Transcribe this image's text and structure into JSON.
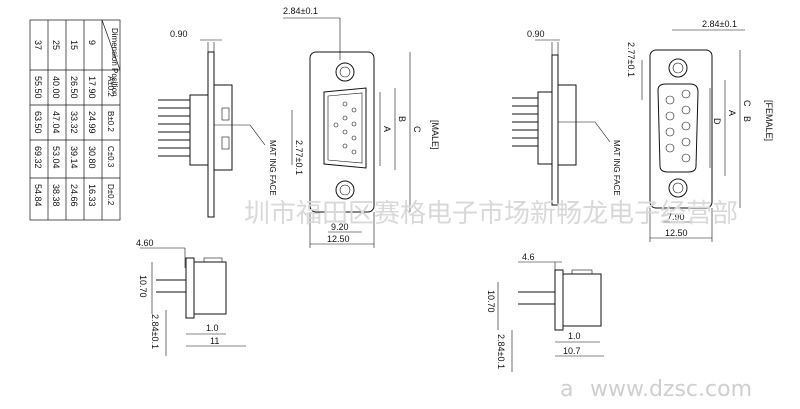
{
  "table": {
    "headers": [
      "Dimension Position",
      "A±0.2",
      "B±0.2",
      "C±0.3",
      "D±0.2"
    ],
    "rows": [
      [
        "9",
        "17.90",
        "24.99",
        "30.80",
        "16.33"
      ],
      [
        "15",
        "26.50",
        "33.32",
        "39.14",
        "24.66"
      ],
      [
        "25",
        "40.00",
        "47.04",
        "53.04",
        "38.38"
      ],
      [
        "37",
        "55.50",
        "63.50",
        "69.32",
        "54.84"
      ]
    ]
  },
  "male": {
    "label": "[MALE]",
    "mating_face": "MAT ING FACE",
    "dims": {
      "top_gap": "0.90",
      "hole_offset": "2.84±0.1",
      "pin_row": "2.77±0.1",
      "width_inner": "9.20",
      "width_outer": "12.50",
      "A": "A",
      "B": "B",
      "C": "C"
    },
    "bottom": {
      "pin_len": "4.60",
      "height": "10.70",
      "pitch": "2.84±0.1",
      "base": "1.0",
      "total": "11"
    }
  },
  "female": {
    "label": "[FEMALE]",
    "mating_face": "MAT ING FACE",
    "dims": {
      "top_gap": "0.90",
      "hole_offset": "2.84±0.1",
      "pin_row": "2.77±0.1",
      "width_inner": "7.90",
      "width_outer": "12.50",
      "A": "A",
      "B": "B",
      "C": "C",
      "D": "D"
    },
    "bottom": {
      "pin_len": "4.6",
      "height": "10.70",
      "pitch": "2.84±0.1",
      "base": "1.0",
      "total": "10.7"
    }
  },
  "watermark": {
    "text": "市福田区赛格电子市场新畅龙电子经营部",
    "prefix": "圳",
    "site": "www.dzsc.com",
    "site_mark": "a"
  }
}
